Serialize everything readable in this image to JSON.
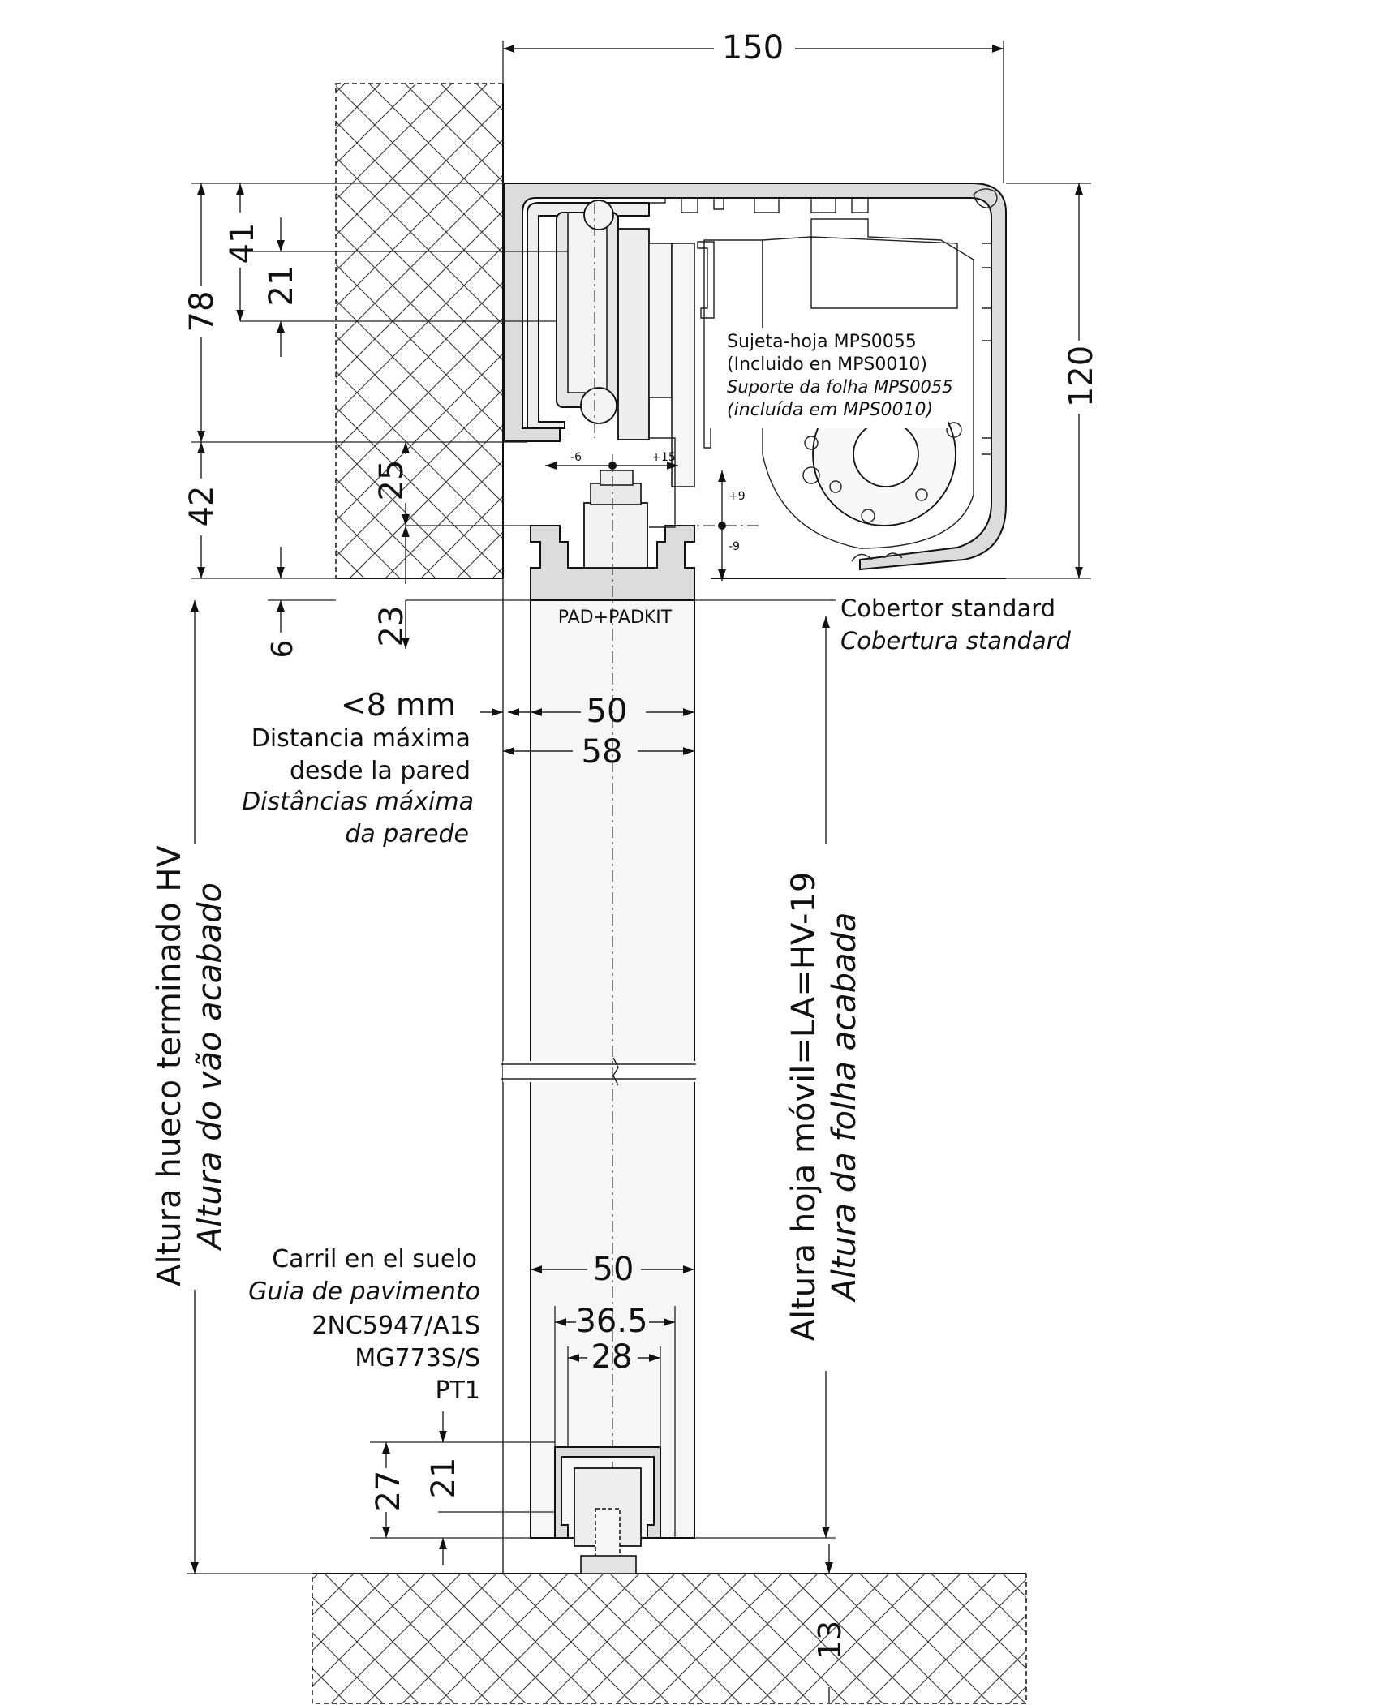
{
  "dims": {
    "top_width": "150",
    "d78": "78",
    "d41": "41",
    "d21_top": "21",
    "d120": "120",
    "d42": "42",
    "d25": "25",
    "d23": "23",
    "d6": "6",
    "adj_minus6": "-6",
    "adj_plus15": "+15",
    "adj_plus9": "+9",
    "adj_minus9": "-9",
    "leaf_50_top": "50",
    "leaf_58": "58",
    "leaf_50_bottom": "50",
    "guide_365": "36.5",
    "guide_28": "28",
    "d27": "27",
    "d21_bottom": "21",
    "d13": "13"
  },
  "labels": {
    "sujeta_line1": "Sujeta-hoja MPS0055",
    "sujeta_line2": "(Incluido en MPS0010)",
    "suporte_line1": "Suporte da folha MPS0055",
    "suporte_line2": "(incluída em MPS0010)",
    "pad": "PAD+PADKIT",
    "cobertor": "Cobertor standard",
    "cobertura": "Cobertura standard",
    "max_dist_value": "<8 mm",
    "max_dist_es_1": "Distancia máxima",
    "max_dist_es_2": "desde la pared",
    "max_dist_pt_1": "Distâncias máxima",
    "max_dist_pt_2": "da parede",
    "hueco_es": "Altura hueco terminado HV",
    "hueco_pt": "Altura do vão acabado",
    "hoja_es": "Altura hoja móvil=LA=HV-19",
    "hoja_pt": "Altura da folha acabada",
    "carril_es": "Carril en el suelo",
    "carril_pt": "Guia de pavimento",
    "code1": "2NC5947/A1S",
    "code2": "MG773S/S",
    "code3": "PT1"
  }
}
